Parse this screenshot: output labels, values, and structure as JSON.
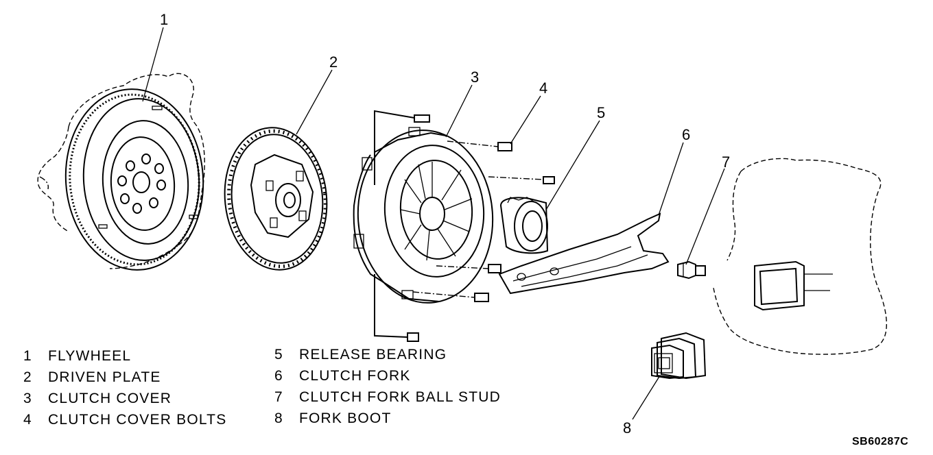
{
  "figure_code": "SB60287C",
  "callouts": [
    "1",
    "2",
    "3",
    "4",
    "5",
    "6",
    "7",
    "8"
  ],
  "legend": [
    {
      "num": "1",
      "label": "FLYWHEEL"
    },
    {
      "num": "2",
      "label": "DRIVEN PLATE"
    },
    {
      "num": "3",
      "label": "CLUTCH COVER"
    },
    {
      "num": "4",
      "label": "CLUTCH COVER BOLTS"
    },
    {
      "num": "5",
      "label": "RELEASE BEARING"
    },
    {
      "num": "6",
      "label": "CLUTCH FORK"
    },
    {
      "num": "7",
      "label": "CLUTCH FORK BALL STUD"
    },
    {
      "num": "8",
      "label": "FORK BOOT"
    }
  ]
}
